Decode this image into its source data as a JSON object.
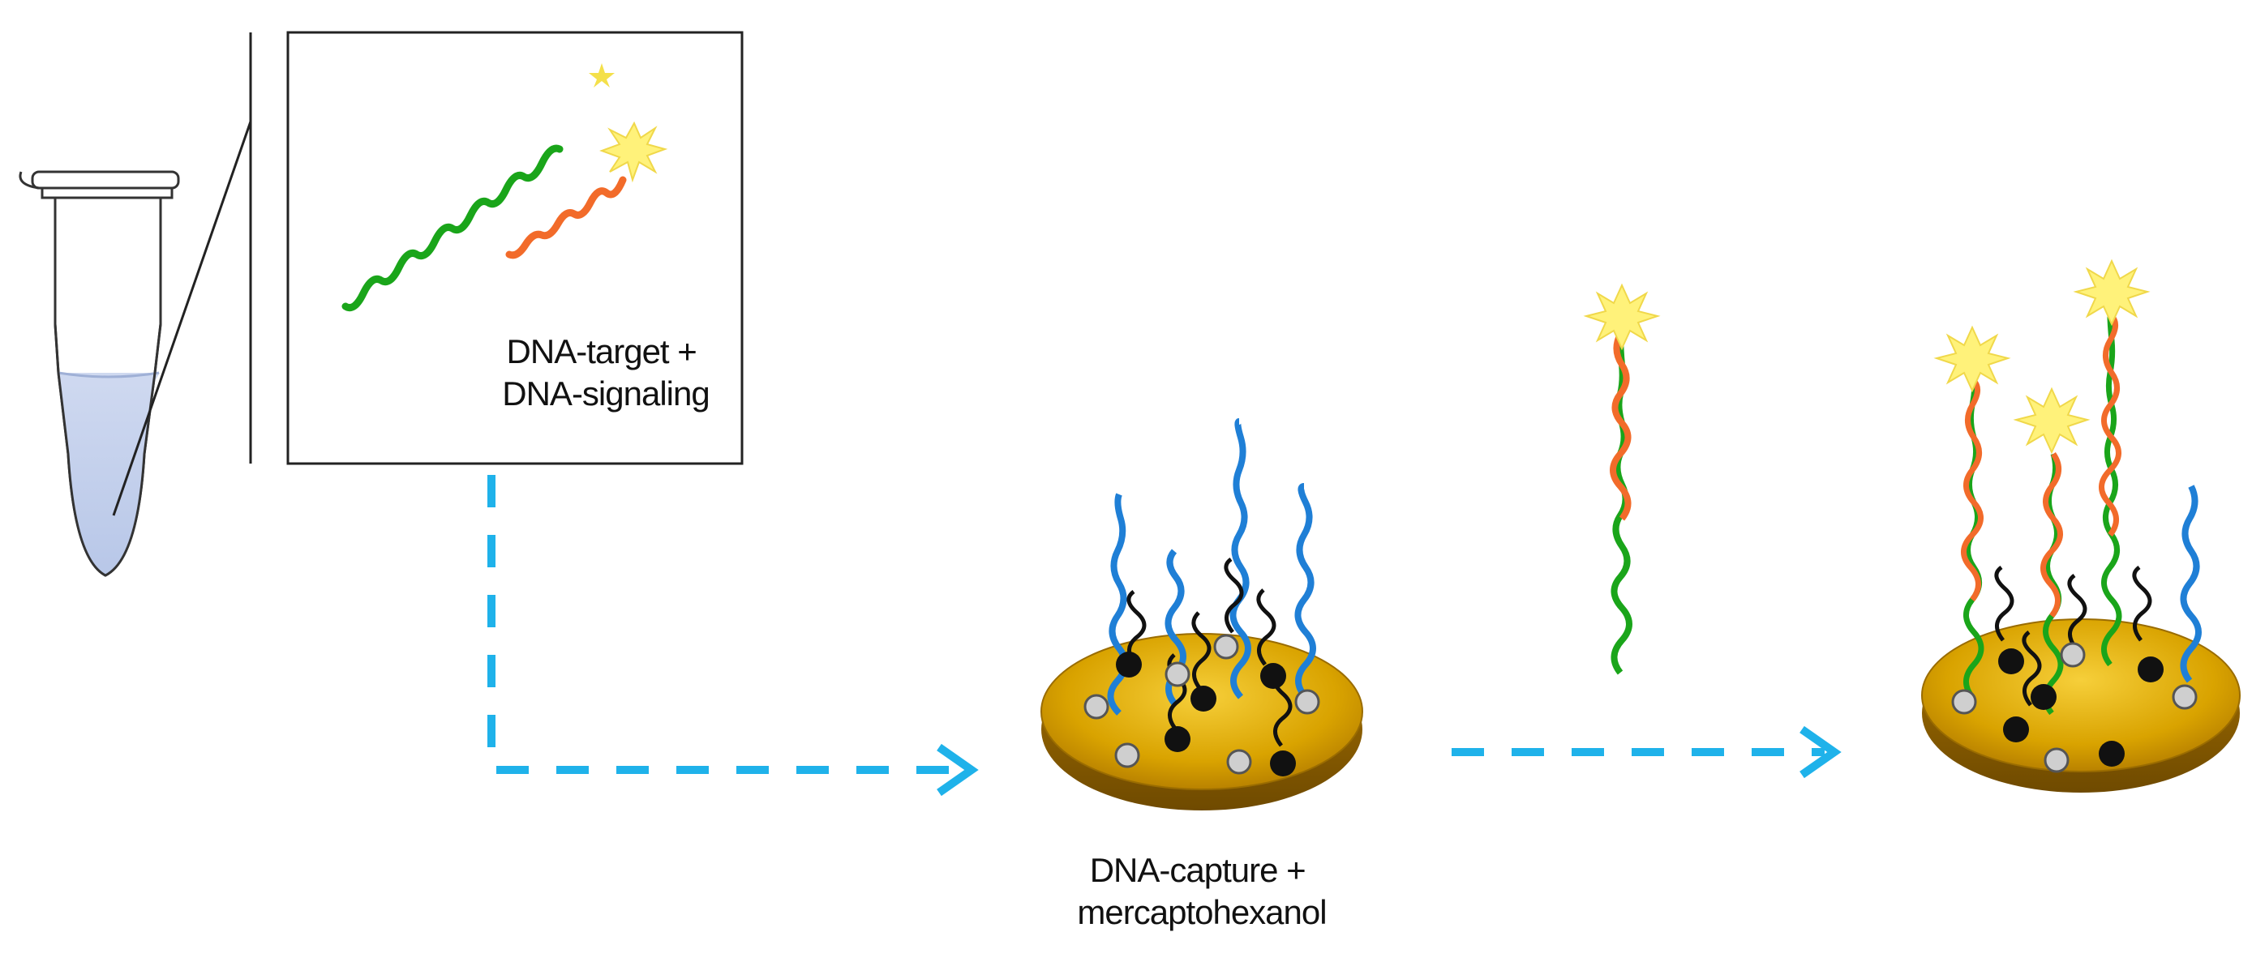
{
  "labels": {
    "inset_line1": "DNA-target +",
    "inset_line2": "DNA-signaling",
    "capture_line1": "DNA-capture +",
    "capture_line2": "mercaptohexanol"
  },
  "colors": {
    "target_strand": "#1aa51a",
    "signaling_strand": "#f26b2a",
    "capture_strand": "#1f7fd6",
    "mch_strand": "#111111",
    "arrow": "#1fb2ea",
    "gold": "#e0a800",
    "star": "#fff27a"
  },
  "icons": [
    "microcentrifuge-tube-icon",
    "fluorophore-star-icon",
    "gold-electrode-icon"
  ]
}
